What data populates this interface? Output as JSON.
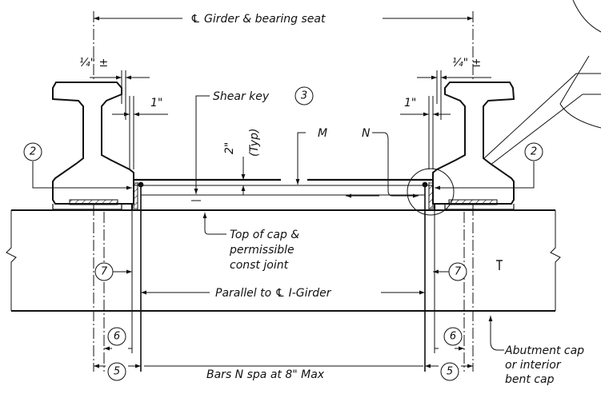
{
  "labels": {
    "cl_girder_bearing": "℄ Girder & bearing seat",
    "quarter_left": "¼\" ±",
    "quarter_right": "¼\" ±",
    "one_inch_left": "1\"",
    "one_inch_right": "1\"",
    "shear_key": "Shear key",
    "two_inch": "2\"",
    "typ": "(Typ)",
    "m": "M",
    "n": "N",
    "top_of_cap_1": "Top of cap &",
    "top_of_cap_2": "permissible",
    "top_of_cap_3": "const joint",
    "parallel": "Parallel to ℄ I-Girder",
    "bars_n": "Bars N spa at 8\" Max",
    "abutment_1": "Abutment cap",
    "abutment_2": "or interior",
    "abutment_3": "bent cap"
  },
  "callouts": {
    "shear_key_num": "3",
    "left_2": "2",
    "right_2": "2",
    "left_7": "7",
    "right_7": "7",
    "left_6": "6",
    "right_6": "6",
    "left_5": "5",
    "right_5": "5"
  }
}
